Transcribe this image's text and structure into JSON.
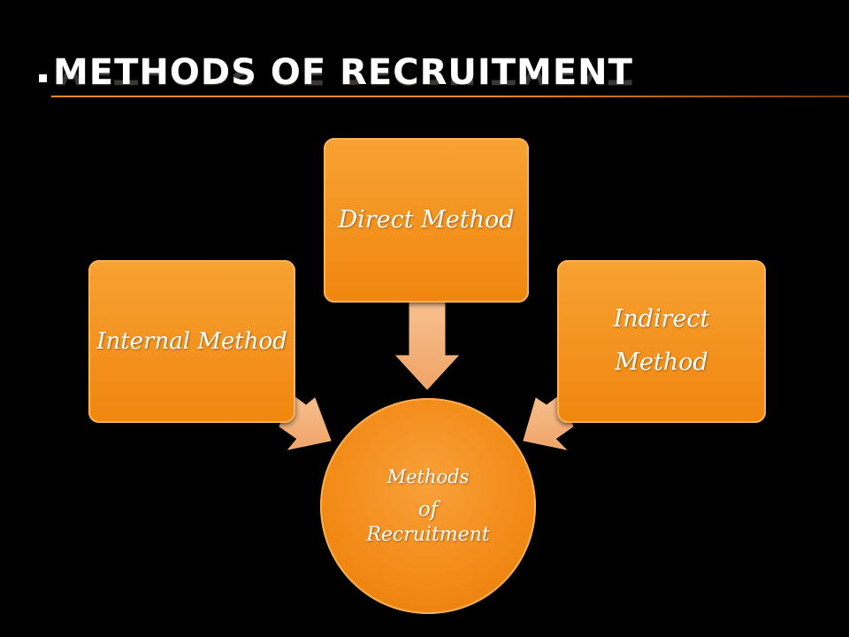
{
  "slide": {
    "title": "METHODS OF RECRUITMENT"
  },
  "diagram": {
    "center": {
      "line1": "Methods",
      "line2": "of",
      "line3": "Recruitment"
    },
    "nodes": {
      "direct": "Direct Method",
      "internal": "Internal Method",
      "indirect_line1": "Indirect",
      "indirect_line2": "Method"
    },
    "colors": {
      "box_fill": "#f0860e",
      "arrow_fill": "#f4b07a",
      "title_rule": "#f08a1e",
      "background": "#000000"
    }
  }
}
